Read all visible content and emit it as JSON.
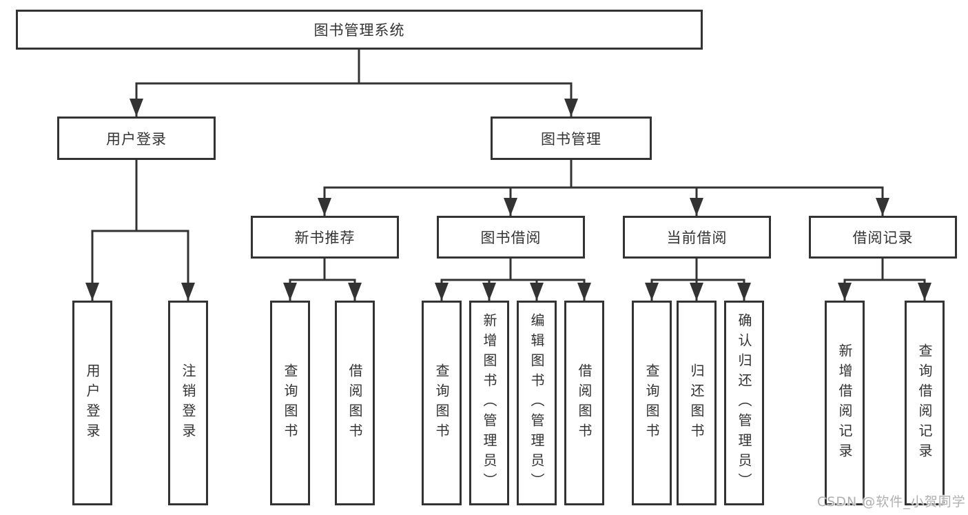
{
  "diagram": {
    "root": {
      "label": "图书管理系统"
    },
    "branches": [
      {
        "label": "用户登录",
        "children": [
          {
            "label": "用户登录"
          },
          {
            "label": "注销登录"
          }
        ]
      },
      {
        "label": "图书管理",
        "children": [
          {
            "label": "新书推荐",
            "children": [
              {
                "label": "查询图书"
              },
              {
                "label": "借阅图书"
              }
            ]
          },
          {
            "label": "图书借阅",
            "children": [
              {
                "label": "查询图书"
              },
              {
                "label": "新增图书（管理员）"
              },
              {
                "label": "编辑图书（管理员）"
              },
              {
                "label": "借阅图书"
              }
            ]
          },
          {
            "label": "当前借阅",
            "children": [
              {
                "label": "查询图书"
              },
              {
                "label": "归还图书"
              },
              {
                "label": "确认归还（管理员）"
              }
            ]
          },
          {
            "label": "借阅记录",
            "children": [
              {
                "label": "新增借阅记录"
              },
              {
                "label": "查询借阅记录"
              }
            ]
          }
        ]
      }
    ]
  },
  "watermark": {
    "text": "CSDN @软件_小贺同学",
    "color": "#b0b0b0"
  },
  "colors": {
    "line": "#333333",
    "border": "#333333",
    "text": "#333333",
    "background": "#ffffff"
  }
}
